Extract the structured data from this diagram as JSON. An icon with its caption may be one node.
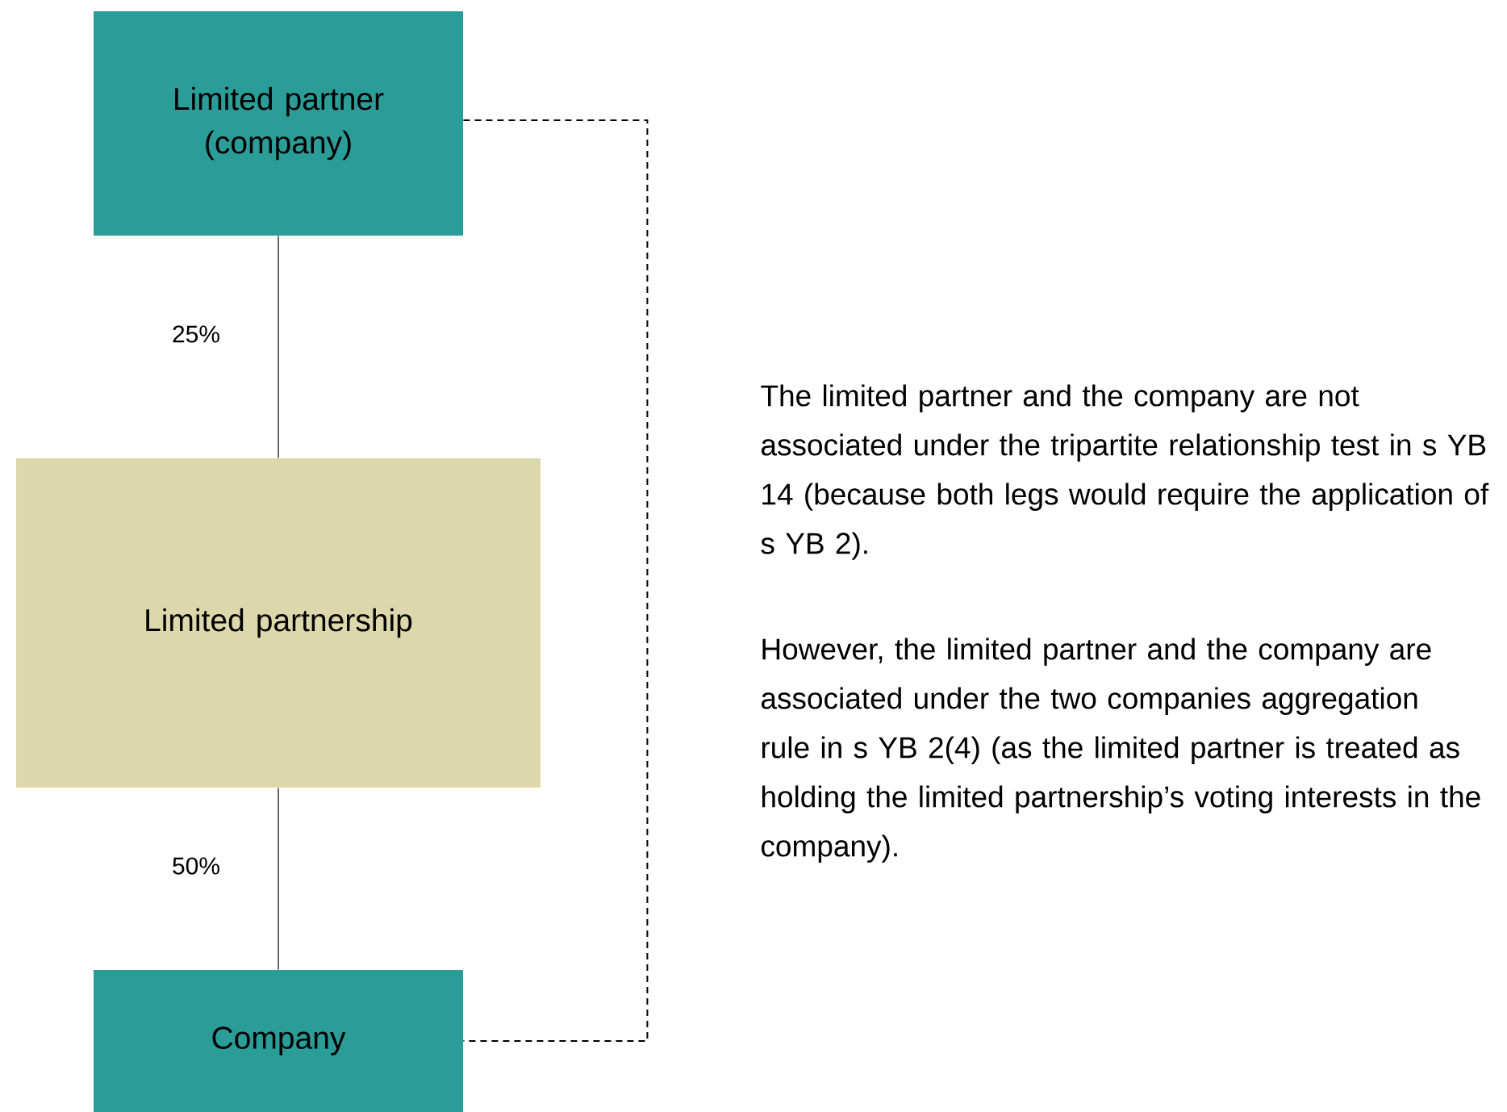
{
  "diagram": {
    "nodes": [
      {
        "text": [
          "Limited partner (company)"
        ]
      },
      {
        "text": [
          "Limited partnership"
        ]
      },
      {
        "text": [
          "Company"
        ]
      }
    ],
    "edges": [
      {
        "from": 0,
        "to": 1,
        "arrow": "none",
        "label": "25%"
      },
      {
        "from": 1,
        "to": 2,
        "arrow": "none",
        "label": "50%"
      },
      {
        "from": 0,
        "to": 2,
        "arrow": "none",
        "style": "dashed"
      }
    ],
    "labels": [
      "The limited partner and the company are not associated under the tripartite relationship test in s YB 14 (because both legs would require the application of s YB 2).",
      "However, the limited partner and the company are associated under the two companies aggregation rule in s YB 2(4) (as the limited partner is treated as holding the limited partnership’s voting interests in the company)."
    ]
  }
}
